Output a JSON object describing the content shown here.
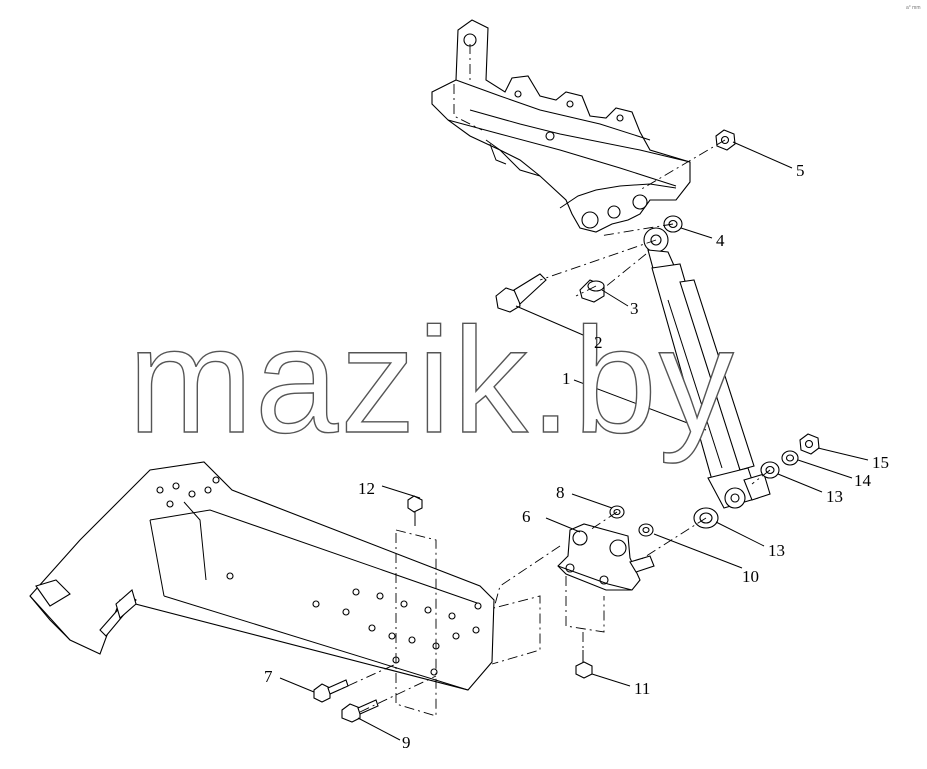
{
  "watermark": "mazik.by",
  "corner_mark": "a° mm",
  "callouts": [
    {
      "id": "c1",
      "label": "1"
    },
    {
      "id": "c2",
      "label": "2"
    },
    {
      "id": "c3",
      "label": "3"
    },
    {
      "id": "c4",
      "label": "4"
    },
    {
      "id": "c5",
      "label": "5"
    },
    {
      "id": "c6",
      "label": "6"
    },
    {
      "id": "c7",
      "label": "7"
    },
    {
      "id": "c8",
      "label": "8"
    },
    {
      "id": "c9",
      "label": "9"
    },
    {
      "id": "c10",
      "label": "10"
    },
    {
      "id": "c11",
      "label": "11"
    },
    {
      "id": "c12",
      "label": "12"
    },
    {
      "id": "c13a",
      "label": "13"
    },
    {
      "id": "c13b",
      "label": "13"
    },
    {
      "id": "c14",
      "label": "14"
    },
    {
      "id": "c15",
      "label": "15"
    }
  ]
}
